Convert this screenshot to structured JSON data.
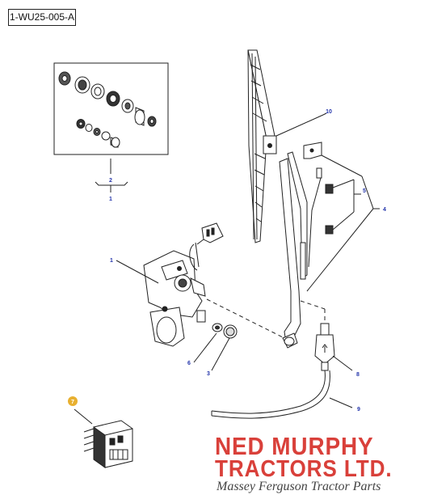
{
  "diagram": {
    "reference_code": "1-WU25-005-A",
    "callouts": {
      "c1": "1",
      "c2": "2",
      "c1b": "1",
      "c3": "3",
      "c4": "4",
      "c5": "5",
      "c6": "6",
      "c7": "7",
      "c8": "8",
      "c9": "9",
      "c10": "10"
    },
    "colors": {
      "callout_text": "#2233aa",
      "highlight_callout": "#e8b030",
      "line": "#222222",
      "logo_red": "#d9403a"
    }
  },
  "logo": {
    "line1": "NED MURPHY",
    "line2": "TRACTORS LTD.",
    "tagline": "Massey Ferguson Tractor Parts"
  }
}
